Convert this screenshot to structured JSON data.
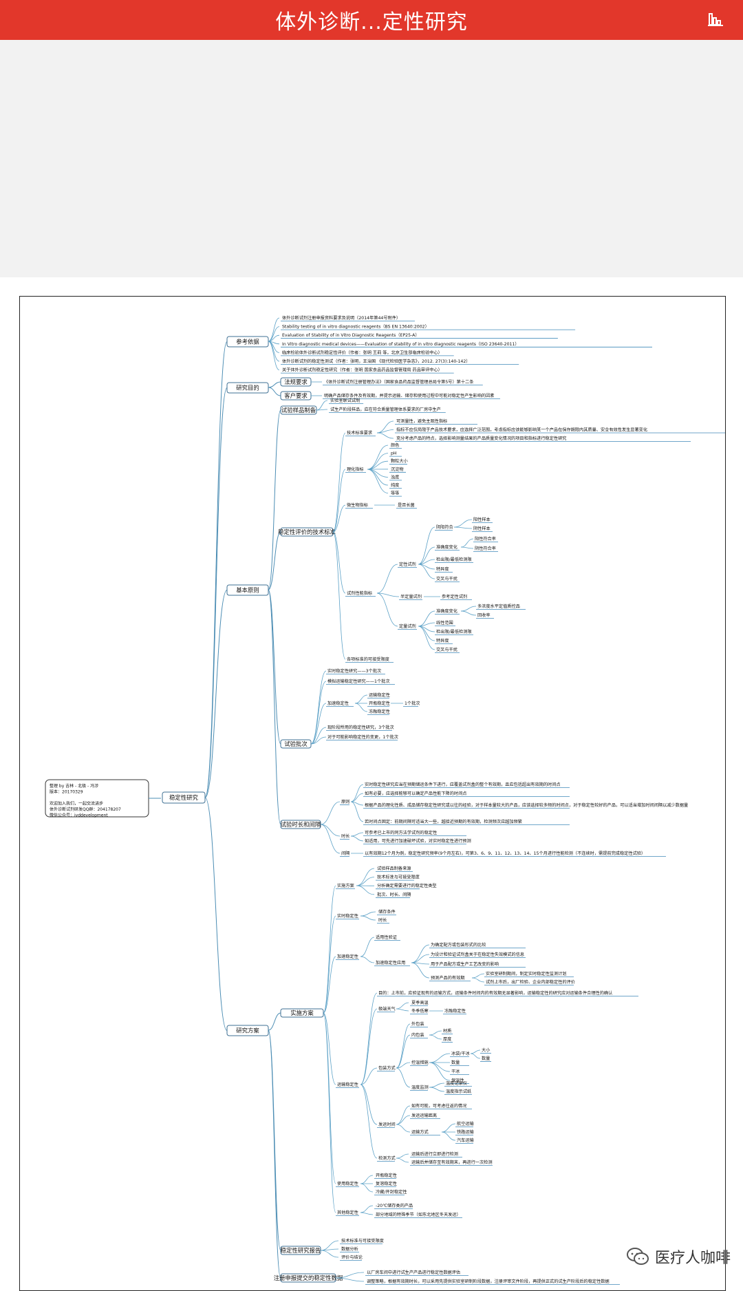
{
  "header": {
    "title": "体外诊断...定性研究",
    "menu_icon": "bar-chart-icon"
  },
  "colors": {
    "header_bg": "#e2372b",
    "edge": "#4a8cb3"
  },
  "author_note": [
    "整理 by 吉林 - 北极 - 冯涉",
    "版本：20170329",
    "",
    "欢迎加入我们，一起交流进步",
    "体外诊断试剂研发QQ群：204178207",
    "微信公众号：ivddevelopment"
  ],
  "root": "稳定性研究",
  "branches": {
    "ref": "参考依据",
    "purpose": "研究目的",
    "basic": "基本原则",
    "plan": "研究方案"
  },
  "ref_items": [
    "体外诊断试剂注册申报资料要求及说明（2014年第44号附件）",
    "Stability testing of in vitro diagnostic reagents（BS EN 13640:2002）",
    "Evaluation of Stability of in Vitro Diagnostic Reagents（EP25-A）",
    "In Vitro diagnostic medical devices——Evaluation of stability of in vitro diagnostic reagents（ISO 23640-2011）",
    "临床检验体外诊断试剂稳定性评价（作者：张明 王莉 等，北京卫生部临床检验中心）",
    "体外诊断试剂的稳定性测试（作者：张明，王治国 《现代检验医学杂志》，2012. 27(3):140-142）",
    "关于体外诊断试剂稳定性研究（作者：张明 国家食品药品监督管理局 药品审评中心）"
  ],
  "purpose_items": [
    {
      "label": "法规要求",
      "text": "《体外诊断试剂注册管理办法》（国家食品药品监督管理总局令第5号）第十二条"
    },
    {
      "label": "客户要求",
      "text": "明确产品储存条件及有效期，并提示运输、储存和使用过程中可能对稳定性产生影响的因素"
    }
  ],
  "basic": {
    "sample_prep": "试验样品制备",
    "sample_items": [
      "实验室联试试制",
      "试生产阶段样品，应在符合质量管理体系要求的厂房中生产"
    ],
    "tech_eval": "稳定性评价的技术标准",
    "tech_req": "技术标准要求",
    "tech_req_items": [
      "可测量性，避免主观性指标",
      "指标不应仅局限于产品技术要求，应选择广泛范围，考虑指标应该能够影响某一个产品在保存期限内其质量、安全有效性发生显著变化",
      "充分考虑产品的特点，选择影响测量结果的产品质量变化情况的项目和指标进行稳定性研究"
    ],
    "physchem": "理化指标",
    "physchem_items": [
      "颜色",
      "pH",
      "颗粒大小",
      "沉淀物",
      "浊度",
      "纯度",
      "等等"
    ],
    "micro": "微生物指标",
    "micro_items": [
      "是否长菌"
    ],
    "perf": "试剂性能指标",
    "qual": "定性试剂",
    "qual_sub": [
      "阴阳符合",
      "准确度变化",
      "检出限/最低检测限",
      "特异度",
      "交叉与干扰"
    ],
    "qual_sub2": [
      "阳性样本",
      "阴性样本",
      "阳性符合率",
      "阴性符合率"
    ],
    "semi": "半定量试剂",
    "semi_items": [
      "参考定性试剂"
    ],
    "quant": "定量试剂",
    "quant_sub": [
      "准确度变化",
      "线性范围",
      "检出限/最低检测限",
      "特异度",
      "交叉与干扰"
    ],
    "quant_sub2": [
      "多浓度水平定值质控品",
      "回收率"
    ],
    "other": "各项标准的可接受限度",
    "batches": "试验批次",
    "batch_items": [
      "实时稳定性研究——3个批次",
      "模拟运输稳定性研究——1个批次",
      "加速稳定性",
      "现阶段所用的稳定性研究，3个批次",
      "对于可能影响稳定性的变更，1个批次"
    ],
    "batch_sub": [
      "运输稳定性",
      "开瓶稳定性",
      "冻融稳定性"
    ],
    "batch_one": "1个批次",
    "time": "试验时长和间隔",
    "time_items": [
      "原则",
      "时长",
      "间隔"
    ],
    "principle_items": [
      "实时稳定性研究应当在预期储运条件下进行，应覆盖试剂盒的整个有效期，且应包括超出有效期的时间点",
      "如有必要，应选择能够可以确定产品性能下降的时间点",
      "根据产品的理化性质、成品储存稳定性研究或以往的经验，对于样本量较大的产品，应该选择较多频的时间点，对于稳定性较好的产品，可以适当增加时间间隔以减少数据量",
      "若时间点固定：前期间隔可适当大一些，越接近预期的有效期，检测频次应越加频繁"
    ],
    "duration_items": [
      "可参考已上市的同方法学试剂的稳定性",
      "如适用，可先进行加速破坏试验，对实时稳定性进行预测"
    ],
    "interval_text": "以有效期12个月为例，稳定性研究频率(9个月左右)，可第3、6、9、11、12、13、14、15个月进行性能检测（不连续时，需提前完成稳定性试验）"
  },
  "plan": {
    "impl": "实施方案",
    "impl_items": [
      "试验样品制备来源",
      "技术标准与可接受限度",
      "分析确定需要进行的稳定性类型",
      "批次、时长、间隔"
    ],
    "realtime": "实时稳定性",
    "realtime_items": [
      "储存条件",
      "时长"
    ],
    "accel": "加速稳定性",
    "accel_items": [
      "适用性验证",
      "加速稳定性应用"
    ],
    "accel_apps": [
      "为确定配方或包装形式的比较",
      "为设计和验证试剂盒关于在稳定性失效模式的信息",
      "用于产品配方或生产工艺改变的影响",
      "预测产品的有效期"
    ],
    "predict_items": [
      "实验室研制期间，制定实时稳定性监测计划",
      "试剂上市后，出厂检验、企业内部稳定性的评价"
    ],
    "transport": "运输稳定性",
    "transport_note": "目的：上市前，应验证现有的运输方式，运输条件时间内的有效期无显著影响，运输稳定性的研究应对运输条件合理性的确认",
    "weather": "极端天气",
    "weather_items": [
      "夏季高温",
      "冬季低寒"
    ],
    "freeze": "冻融稳定性",
    "pack": "包装方式",
    "pack_items": [
      "外包装",
      "内包装",
      "控温措施",
      "温度监测"
    ],
    "pack_inner": [
      "材质",
      "厚度"
    ],
    "pack_temp": [
      "冰袋/干冰",
      "数量",
      "干冰",
      "保温性"
    ],
    "pack_temp2": [
      "大小",
      "数量"
    ],
    "pack_monitor": [
      "温度记录仪",
      "温度指示试纸"
    ],
    "ship_time": "发运时间",
    "ship_items": [
      "如有可能，可考虑往返的情况",
      "发运运输距离",
      "运输方式"
    ],
    "ship_modes": [
      "航空运输",
      "铁路运输",
      "汽车运输"
    ],
    "test_mode": "检测方式",
    "test_items": [
      "运输后进行立即进行检测",
      "运输后并储存至有效期末，再进行一次检测"
    ],
    "use": "使用稳定性",
    "use_items": [
      "开瓶稳定性",
      "复溶稳定性",
      "冷藏/开封稳定性"
    ],
    "other": "其他稳定性",
    "other_items": [
      "-20℃储存类的产品",
      "部分地域的特殊季节（如东北地区冬天发运）"
    ],
    "report": "稳定性研究报告",
    "report_items": [
      "技术标准与可接受限度",
      "数据分析",
      "评价与结论"
    ],
    "post": "注册申报提交的稳定性数据",
    "post_items": [
      "以厂房车间中进行试生产产品进行稳定性数据评估",
      "调整策略，根据有效期时长，可以采用先提供实验室研制阶段数据，注册评审文件阶段，再提供正式的试生产阶段后的稳定性数据"
    ]
  },
  "watermark": {
    "icon": "wechat-icon",
    "text": "医疗人咖啡"
  }
}
